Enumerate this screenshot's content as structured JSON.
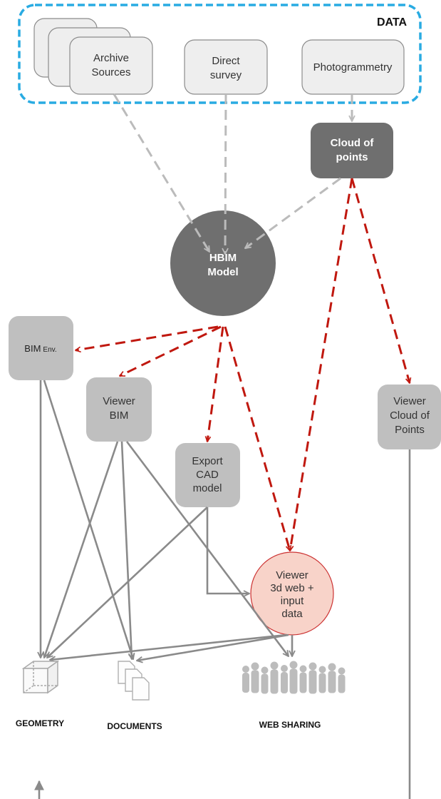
{
  "group": {
    "title": "DATA"
  },
  "nodes": {
    "archive": {
      "line1": "Archive",
      "line2": "Sources"
    },
    "direct": {
      "line1": "Direct",
      "line2": "survey"
    },
    "photo": {
      "line1": "Photogrammetry"
    },
    "cloud": {
      "line1": "Cloud of",
      "line2": "points"
    },
    "hbim": {
      "line1": "HBIM",
      "line2": "Model"
    },
    "bim_env": {
      "main": "BIM",
      "suffix": "Env."
    },
    "viewer_bim": {
      "line1": "Viewer",
      "line2": "BIM"
    },
    "export_cad": {
      "line1": "Export",
      "line2": "CAD",
      "line3": "model"
    },
    "viewer_3d": {
      "line1": "Viewer",
      "line2": "3d web +",
      "line3": "input",
      "line4": "data"
    },
    "viewer_cloud": {
      "line1": "Viewer",
      "line2": "Cloud of",
      "line3": "Points"
    }
  },
  "outputs": {
    "geometry": "GEOMETRY",
    "documents": "DOCUMENTS",
    "web_sharing": "WEB SHARING"
  },
  "colors": {
    "group_border": "#29abe2",
    "light_box": "#eeeeee",
    "dark_node": "#6f6f6f",
    "mid_box": "#bfbfbf",
    "highlight_circle": "#f8d3c9",
    "highlight_border": "#cc3333",
    "red_dashed": "#c0180f",
    "gray_dashed": "#bbbbbb",
    "solid_arrow": "#8a8a8a"
  },
  "icons": [
    "cube-icon",
    "documents-icon",
    "people-silhouettes-icon"
  ]
}
